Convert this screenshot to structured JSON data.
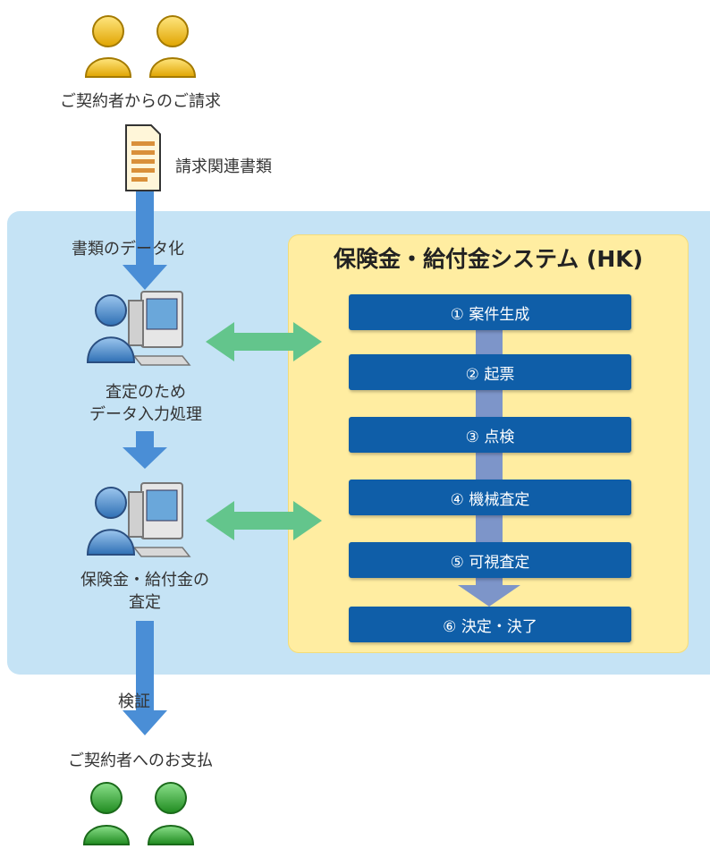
{
  "labels": {
    "request": "ご契約者からのご請求",
    "docs": "請求関連書類",
    "digitize": "書類のデータ化",
    "entry_line1": "査定のため",
    "entry_line2": "データ入力処理",
    "assess_line1": "保険金・給付金の",
    "assess_line2": "査定",
    "verify": "検証",
    "payment": "ご契約者へのお支払"
  },
  "system": {
    "title": "保険金・給付金システム (HK)",
    "steps": [
      "① 案件生成",
      "② 起票",
      "③ 点検",
      "④ 機械査定",
      "⑤ 可視査定",
      "⑥ 決定・決了"
    ]
  },
  "colors": {
    "outer_panel": "#c5e3f5",
    "system_panel": "#ffeda1",
    "step_box": "#0f5ea8",
    "flow_arrow": "#4a8ed6",
    "link_arrow": "#63c58c",
    "requester": "#f2c230",
    "recipient": "#3aa83a",
    "operator": "#4a86c6"
  },
  "icons": [
    "requester-person-icon",
    "document-icon",
    "operator-computer-icon",
    "recipient-person-icon"
  ]
}
